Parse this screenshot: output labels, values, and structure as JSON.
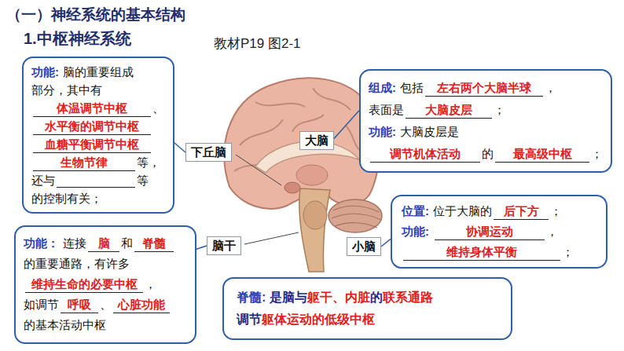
{
  "diagram": {
    "title": "（一）神经系统的基本结构",
    "nodes": [
      {
        "text": [
          "功能:",
          "脑的重要组成",
          "部分，其中有",
          "体温调节中枢",
          "、",
          "水平衡的调节中枢",
          "血糖平衡调节中枢",
          "生物节律",
          "等，",
          "还与",
          "等",
          "的控制有关；"
        ]
      },
      {
        "text": [
          "下丘脑"
        ]
      },
      {
        "text": [
          "大脑"
        ]
      },
      {
        "text": [
          "组成:",
          "包括",
          "左右两个大脑半球",
          "，",
          "表面是",
          "大脑皮层",
          "；",
          "功能:",
          "大脑皮层是",
          "调节机体活动",
          "的",
          "最高级中枢",
          "；"
        ]
      },
      {
        "text": [
          "功能：",
          "连接",
          "脑",
          "和",
          "脊髓",
          "的重要通路，有许多",
          "维持生命的必要中枢",
          "，",
          "如调节",
          "呼吸",
          "、",
          "心脏功能",
          "的基本活动中枢"
        ]
      },
      {
        "text": [
          "脑干"
        ]
      },
      {
        "text": [
          "小脑"
        ]
      },
      {
        "text": [
          "位置:",
          "位于大脑的",
          "后下方",
          "；",
          "功能:",
          "协调运动",
          "，",
          "维持身体平衡",
          "；"
        ]
      },
      {
        "text": [
          "脊髓:",
          "是脑与",
          "躯干、内脏",
          "的",
          "联系通路",
          "调节",
          "躯体运动的低级中枢"
        ]
      }
    ],
    "edges": [
      {
        "from": 1,
        "to": 0,
        "arrow": "none"
      },
      {
        "from": 2,
        "to": 3,
        "arrow": "none"
      },
      {
        "from": 5,
        "to": 4,
        "arrow": "none"
      },
      {
        "from": 6,
        "to": 7,
        "arrow": "none"
      }
    ],
    "labels": [
      "1.中枢神经系统",
      "教材P19 图2-1"
    ]
  }
}
